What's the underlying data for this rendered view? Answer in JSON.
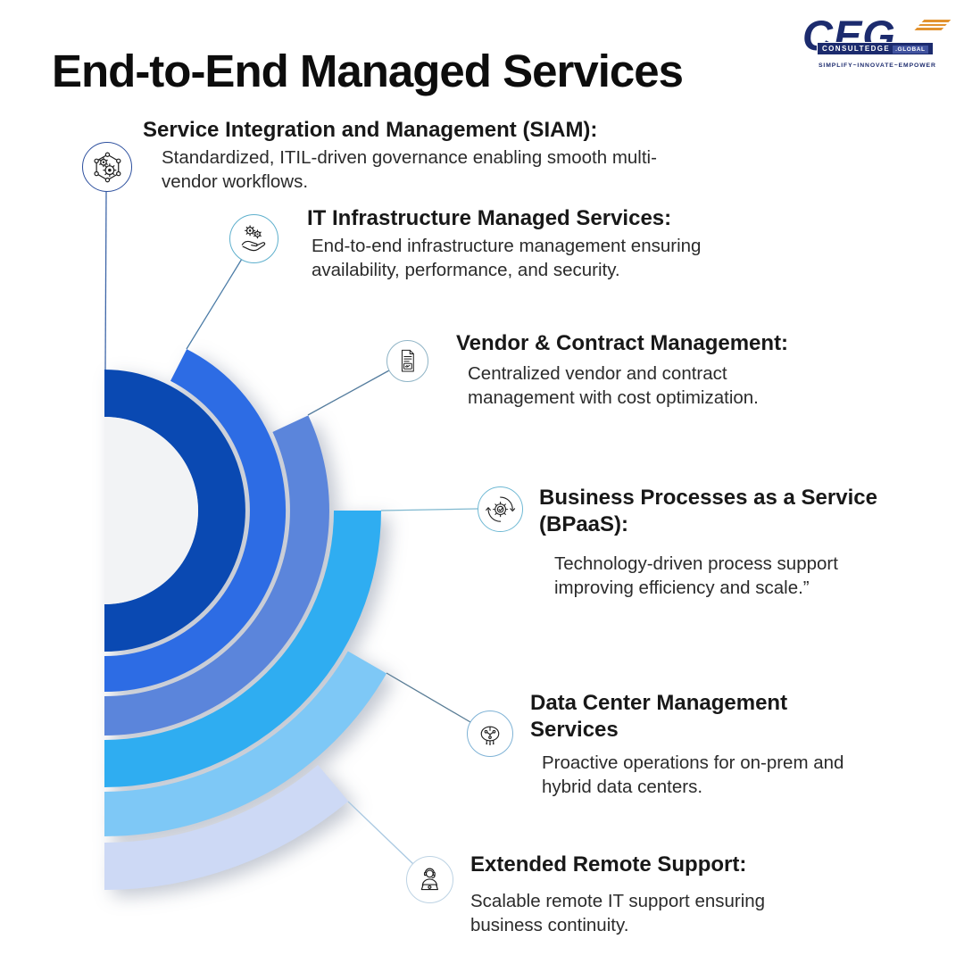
{
  "header": {
    "title": "End-to-End Managed Services"
  },
  "logo": {
    "letters": "CEG",
    "brand": "CONSULTEDGE",
    "brand_suffix": ".GLOBAL",
    "tagline": "SIMPLIFY~INNOVATE~EMPOWER",
    "navy": "#1c2b6e",
    "orange": "#e2922f"
  },
  "colors": {
    "background": "#ffffff",
    "inner_circle": "#f2f3f5",
    "title_text": "#0d0d0d",
    "body_text": "#2b2b2b"
  },
  "items": [
    {
      "title": "Service Integration and Management (SIAM):",
      "description": "Standardized, ITIL-driven governance enabling smooth multi-vendor workflows.",
      "icon": "gear-network-icon",
      "ring_color": "#0a49b2",
      "line_color": "#3f66a8",
      "circle_border": "#2c4f9e"
    },
    {
      "title": "IT Infrastructure Managed Services:",
      "description": "End-to-end infrastructure management ensuring availability, performance, and security.",
      "icon": "hand-gears-icon",
      "ring_color": "#2d6ce4",
      "line_color": "#4a7ba6",
      "circle_border": "#5fb0cd"
    },
    {
      "title": "Vendor & Contract Management:",
      "description": "Centralized vendor and contract management with cost optimization.",
      "icon": "contract-document-icon",
      "ring_color": "#5b85db",
      "line_color": "#557d9e",
      "circle_border": "#8fb4c6"
    },
    {
      "title": "Business Processes as a Service (BPaaS):",
      "description": "Technology-driven process support improving efficiency and scale.”",
      "icon": "gear-cycle-check-icon",
      "ring_color": "#2fadf1",
      "line_color": "#7fb8cf",
      "circle_border": "#6fb9d4"
    },
    {
      "title": "Data Center Management Services",
      "description": "Proactive operations for on-prem and hybrid data centers.",
      "icon": "data-network-icon",
      "ring_color": "#7ec8f6",
      "line_color": "#5a7d96",
      "circle_border": "#7fb3d6"
    },
    {
      "title": "Extended Remote Support:",
      "description": "Scalable remote IT support ensuring business continuity.",
      "icon": "support-agent-icon",
      "ring_color": "#cdd9f5",
      "line_color": "#aac9e2",
      "circle_border": "#bdd3e4"
    }
  ]
}
